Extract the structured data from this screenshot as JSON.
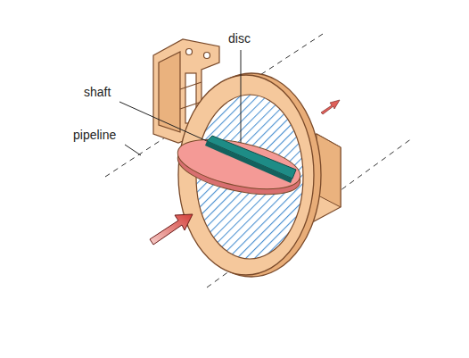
{
  "diagram": {
    "labels": [
      "disc",
      "shaft",
      "pipeline"
    ]
  }
}
